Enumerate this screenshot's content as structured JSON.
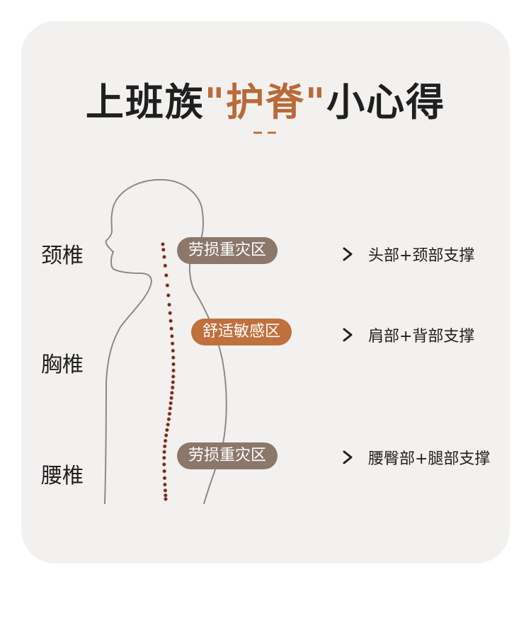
{
  "title": {
    "prefix": "上班族",
    "highlight": "\"护脊\"",
    "suffix": "小心得"
  },
  "colors": {
    "accent": "#b86a38",
    "pill_dark": "#8b786b",
    "pill_orange": "#c0703c",
    "spine_dot": "#6b2a1f"
  },
  "regions": [
    {
      "label": "颈椎",
      "pill": "劳损重灾区",
      "pill_style": "dark",
      "support": "头部+颈部支撑",
      "icon": "chevron-right-icon"
    },
    {
      "label": "胸椎",
      "pill": "舒适敏感区",
      "pill_style": "orange",
      "support": "肩部+背部支撑",
      "icon": "chevron-right-icon"
    },
    {
      "label": "腰椎",
      "pill": "劳损重灾区",
      "pill_style": "dark",
      "support": "腰臀部+腿部支撑",
      "icon": "chevron-right-icon"
    }
  ]
}
